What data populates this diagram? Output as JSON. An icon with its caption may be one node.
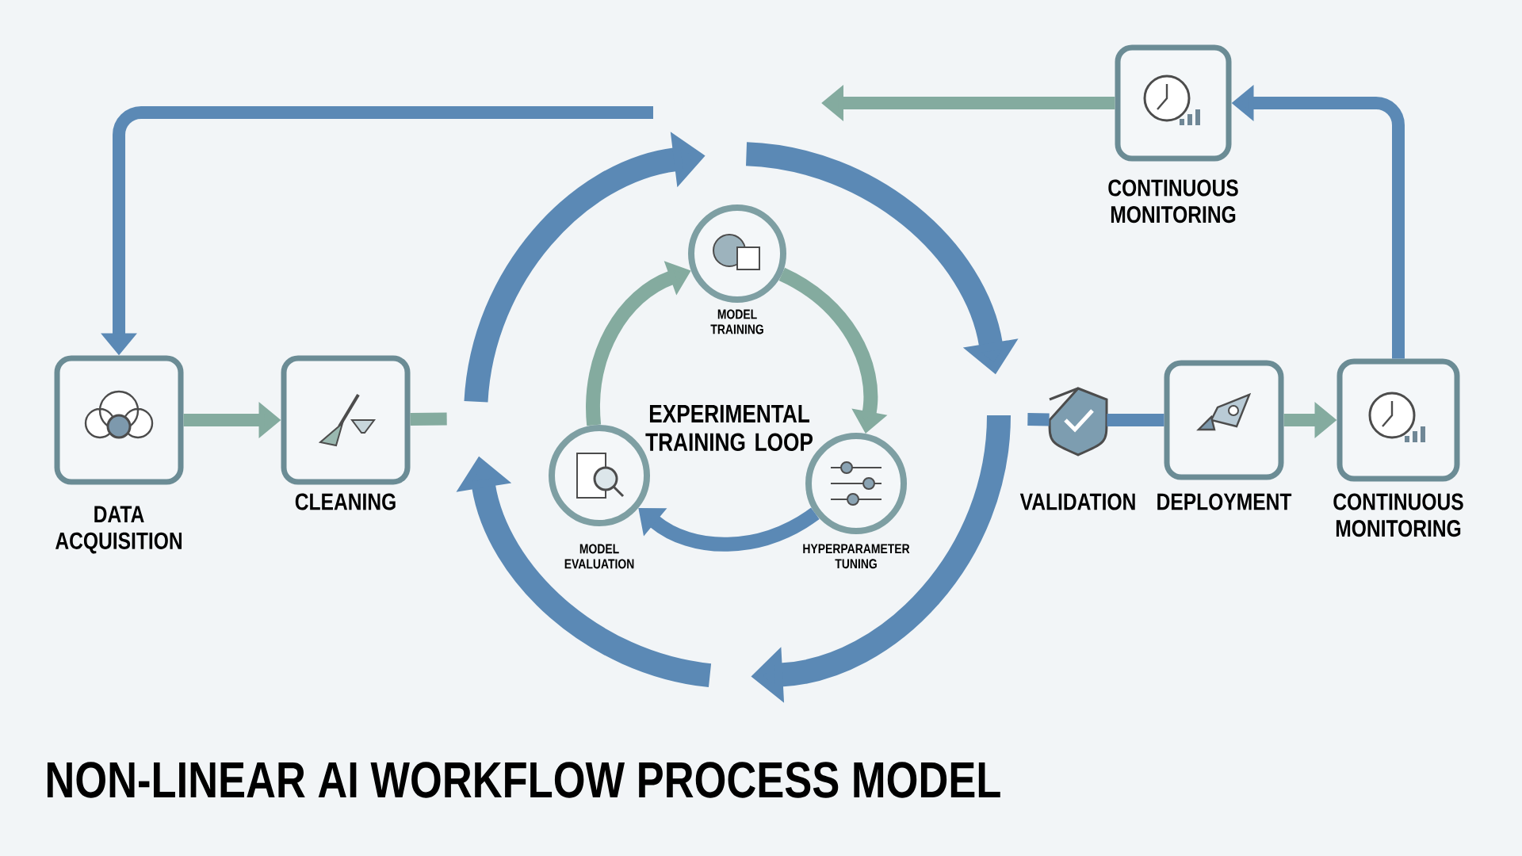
{
  "diagram": {
    "title": "NON-LINEAR AI WORKFLOW PROCESS MODEL",
    "nodes": [
      {
        "text": [
          "DATA ACQUISITION"
        ]
      },
      {
        "text": [
          "CLEANING"
        ]
      },
      {
        "text": [
          "EXPERIMENTAL TRAINING LOOP"
        ]
      },
      {
        "text": [
          "MODEL TRAINING"
        ],
        "in": 2
      },
      {
        "text": [
          "HYPERPARAMETER TUNING"
        ],
        "in": 2
      },
      {
        "text": [
          "MODEL EVALUATION"
        ],
        "in": 2
      },
      {
        "text": [
          "VALIDATION"
        ]
      },
      {
        "text": [
          "DEPLOYMENT"
        ]
      },
      {
        "text": [
          "CONTINUOUS MONITORING"
        ]
      },
      {
        "text": [
          "CONTINUOUS MONITORING"
        ]
      }
    ],
    "edges": [
      {
        "from": 0,
        "to": 1,
        "arrow": "to"
      },
      {
        "from": 1,
        "to": 2,
        "arrow": "none"
      },
      {
        "from": 2,
        "to": 6,
        "arrow": "none",
        "color": "#5b89b5"
      },
      {
        "from": 6,
        "to": 7,
        "arrow": "none",
        "color": "#5b89b5"
      },
      {
        "from": 7,
        "to": 8,
        "arrow": "to"
      },
      {
        "from": 8,
        "to": 9,
        "arrow": "to",
        "color": "#5b89b5"
      },
      {
        "from": 9,
        "to": null,
        "arrow": "to"
      },
      {
        "from": null,
        "to": 0,
        "arrow": "to",
        "color": "#5b89b5"
      },
      {
        "from": 3,
        "to": 4,
        "arrow": "to"
      },
      {
        "from": 4,
        "to": 5,
        "arrow": "to",
        "color": "#5b89b5"
      },
      {
        "from": 5,
        "to": 3,
        "arrow": "to"
      }
    ]
  }
}
